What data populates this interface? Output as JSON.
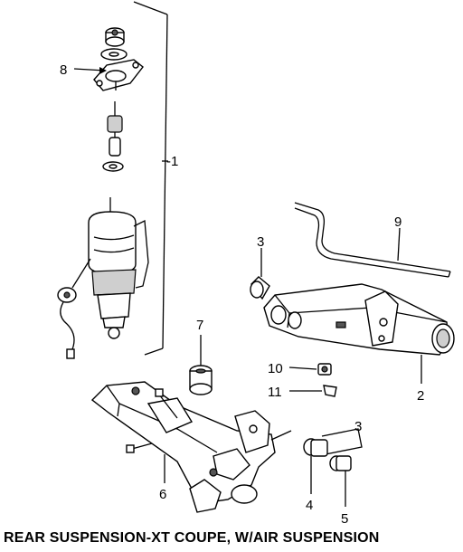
{
  "caption": "REAR SUSPENSION-XT COUPE, W/AIR SUSPENSION",
  "callouts": {
    "c1": "-1",
    "c2": "2",
    "c3a": "3",
    "c3b": "3",
    "c4": "4",
    "c5": "5",
    "c6": "6",
    "c7": "7",
    "c8": "8",
    "c9": "9",
    "c10": "10",
    "c11": "11"
  }
}
